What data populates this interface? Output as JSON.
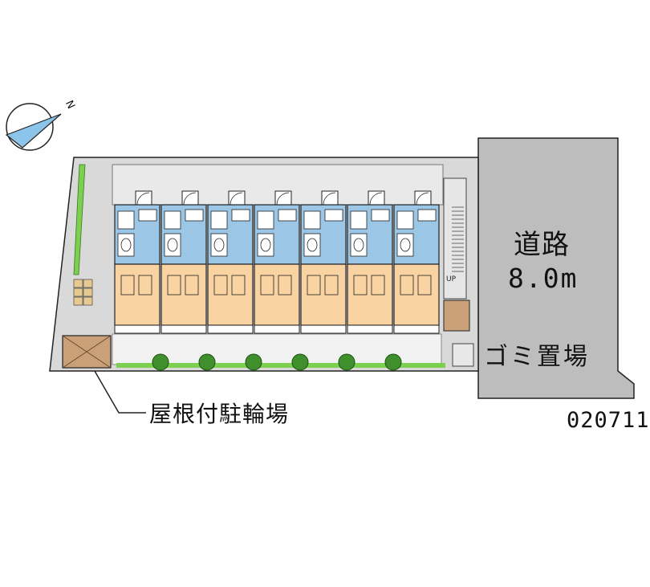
{
  "road": {
    "name": "道路",
    "width": "8.0m"
  },
  "labels": {
    "garbage": "ゴミ置場",
    "covered_bicycle_parking": "屋根付駐輪場",
    "property_code": "020711",
    "north": "N",
    "stairs_up": "UP"
  },
  "building": {
    "unit_count": 7,
    "tree_count": 6
  },
  "colors": {
    "road": "#bdbdbd",
    "lot": "#d9d9d9",
    "wet_area": "#9cc6e6",
    "room": "#f9d3a1",
    "parking": "#c9a078",
    "tree": "#3f8f2c",
    "hedge": "#7ccf4f",
    "outline": "#222222"
  }
}
